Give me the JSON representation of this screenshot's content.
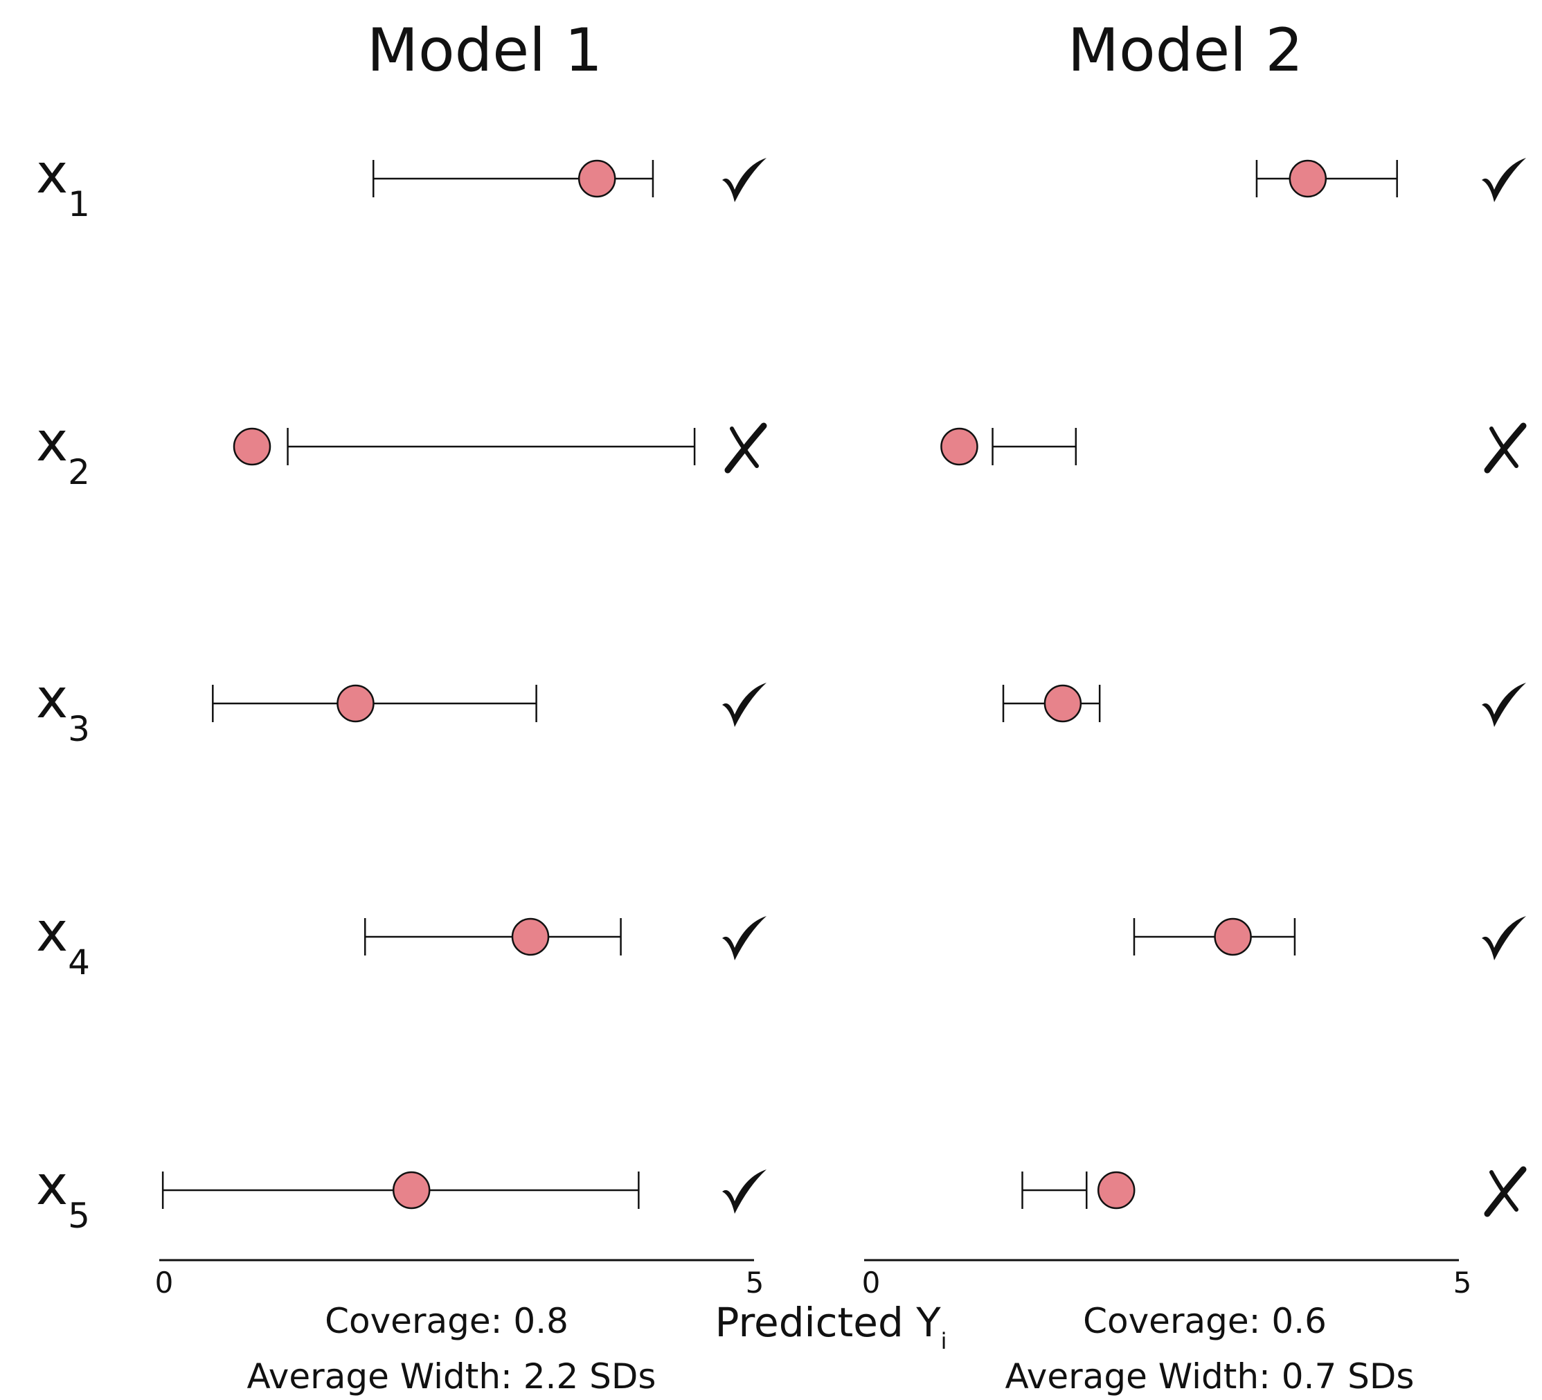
{
  "chart_data": [
    {
      "type": "errorbar",
      "title": "Model 1",
      "xlabel": "Predicted Y",
      "xlabel_subscript": "i",
      "xlim": [
        0,
        5
      ],
      "xticks": [
        "0",
        "5"
      ],
      "rows": [
        {
          "label": "x",
          "sub": "1",
          "point": 3.68,
          "low": 1.8,
          "high": 4.15,
          "covered": true
        },
        {
          "label": "x",
          "sub": "2",
          "point": 0.78,
          "low": 1.08,
          "high": 4.5,
          "covered": false
        },
        {
          "label": "x",
          "sub": "3",
          "point": 1.65,
          "low": 0.45,
          "high": 3.17,
          "covered": true
        },
        {
          "label": "x",
          "sub": "4",
          "point": 3.12,
          "low": 1.73,
          "high": 3.88,
          "covered": true
        },
        {
          "label": "x",
          "sub": "5",
          "point": 2.12,
          "low": 0.03,
          "high": 4.03,
          "covered": true
        }
      ],
      "stats": {
        "coverage": "Coverage: 0.8",
        "width": "Average Width: 2.2 SDs"
      }
    },
    {
      "type": "errorbar",
      "title": "Model 2",
      "xlim": [
        0,
        5
      ],
      "xticks": [
        "0",
        "5"
      ],
      "rows": [
        {
          "point": 3.73,
          "low": 3.3,
          "high": 4.48,
          "covered": true
        },
        {
          "point": 0.8,
          "low": 1.08,
          "high": 1.78,
          "covered": false
        },
        {
          "point": 1.67,
          "low": 1.17,
          "high": 1.98,
          "covered": true
        },
        {
          "point": 3.1,
          "low": 2.27,
          "high": 3.62,
          "covered": true
        },
        {
          "point": 2.12,
          "low": 1.33,
          "high": 1.87,
          "covered": false
        }
      ],
      "stats": {
        "coverage": "Coverage: 0.6",
        "width": "Average Width: 0.7 SDs"
      }
    }
  ],
  "colors": {
    "marker_fill": "#e7838b",
    "stroke": "#111111"
  },
  "icons": {
    "covered": "check-icon",
    "missed": "cross-icon"
  }
}
